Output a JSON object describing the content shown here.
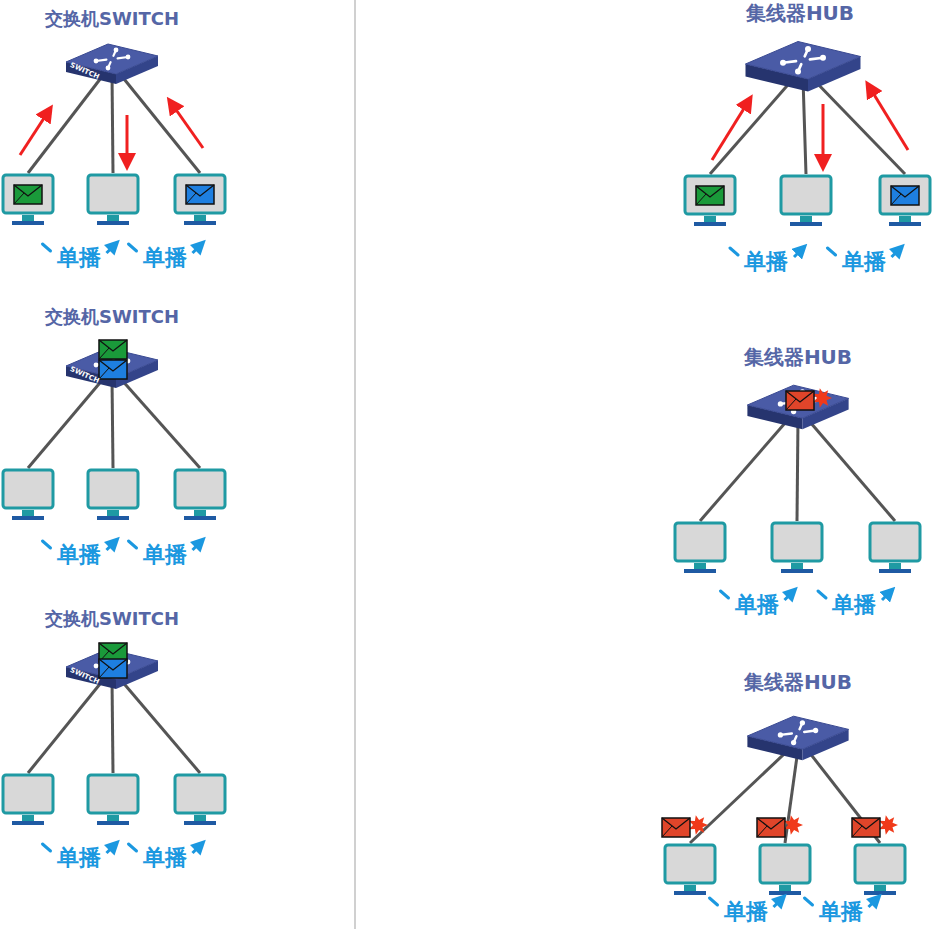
{
  "diagram": {
    "nodes": [
      {
        "text": [
          "交换机SWITCH",
          "SWITCH"
        ]
      },
      {
        "text": [
          "集线器HUB"
        ]
      },
      {
        "text": [
          "交换机SWITCH",
          "SWITCH"
        ]
      },
      {
        "text": [
          "集线器HUB"
        ]
      },
      {
        "text": [
          "交换机SWITCH",
          "SWITCH"
        ]
      },
      {
        "text": [
          "集线器HUB"
        ]
      }
    ],
    "labels": [
      "单播",
      "单播",
      "单播",
      "单播",
      "单播",
      "单播",
      "单播",
      "单播",
      "单播",
      "单播",
      "单播",
      "单播"
    ]
  }
}
